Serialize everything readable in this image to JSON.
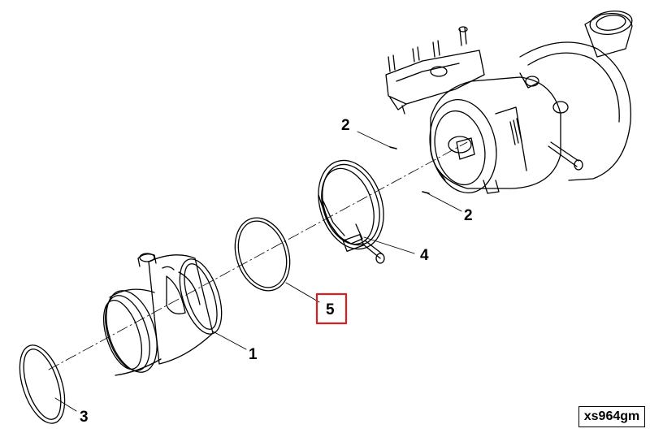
{
  "callouts": [
    {
      "id": "callout-1",
      "label": "1"
    },
    {
      "id": "callout-2-upper",
      "label": "2"
    },
    {
      "id": "callout-2-lower",
      "label": "2"
    },
    {
      "id": "callout-3",
      "label": "3"
    },
    {
      "id": "callout-4",
      "label": "4"
    },
    {
      "id": "callout-5",
      "label": "5"
    }
  ],
  "highlight": {
    "label": "5",
    "color": "#d42020"
  },
  "reference_code": "xs964gm",
  "line_color": "#000000"
}
